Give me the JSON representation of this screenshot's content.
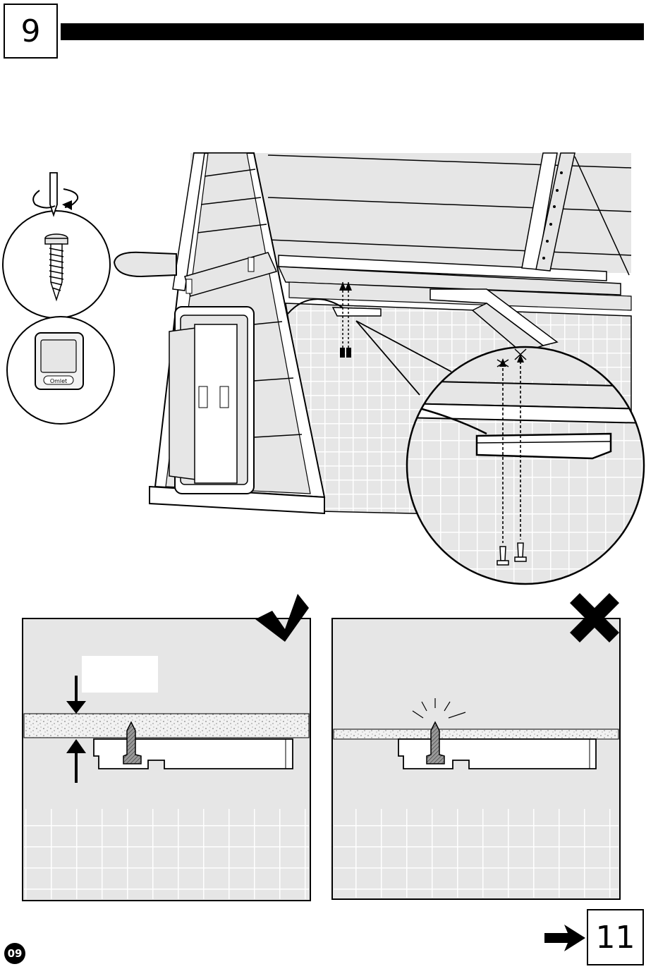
{
  "header": {
    "step_number": "9"
  },
  "footer": {
    "next_step": "11",
    "page_number": "09"
  },
  "illustration": {
    "main_scene": "coop-door-mounting",
    "detail_panels": [
      {
        "verdict": "correct",
        "icon": "checkmark-icon"
      },
      {
        "verdict": "incorrect",
        "icon": "cross-icon"
      }
    ]
  },
  "colors": {
    "ink": "#000000",
    "panel_gray": "#e6e6e6",
    "paper": "#ffffff"
  }
}
